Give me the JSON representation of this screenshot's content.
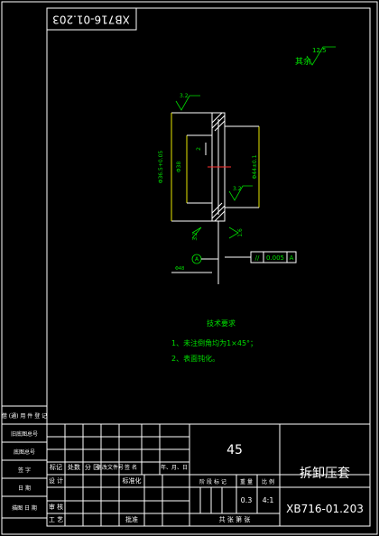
{
  "drawing": {
    "code_top": "XB716-01.203",
    "part_name": "拆卸压套",
    "drawing_code": "XB716-01.203",
    "material": "45",
    "weight": "0.3",
    "scale": "4:1",
    "sheet_info": "共   张   第   张"
  },
  "title_block": {
    "headers": [
      "标记",
      "处数",
      "分 区",
      "更改文件号",
      "签 名",
      "年、月、日"
    ],
    "stage_headers": [
      "阶 段 标 记",
      "重 量",
      "比 例"
    ],
    "rows_left": [
      "设 计",
      "审 核",
      "工 艺"
    ],
    "standardize": "标准化",
    "approve": "批准"
  },
  "side_table": [
    "借 (通) 用 件 登 记",
    "旧底图总号",
    "底图总号",
    "签  字",
    "日  期",
    "描图  日 期"
  ],
  "annotations": {
    "roughness_rest": "12.5",
    "rest_label": "其余",
    "roughness_top": "3.2",
    "roughness_mid": "3.2",
    "roughness_bot": "3.2",
    "roughness_side": "1.6",
    "datum_letter": "A",
    "tolerance_symbol": "//",
    "tolerance_value": "0.005",
    "tolerance_datum": "A",
    "dim_outer": "Φ48",
    "dim_inner": "Φ38",
    "dim_thick": "2",
    "dim_right": "Φ44±0.1",
    "dim_height": "Φ36.5+0.05",
    "notes_title": "技术要求",
    "note_1": "1、未注倒角均为1×45°；",
    "note_2": "2、表面钝化。"
  }
}
